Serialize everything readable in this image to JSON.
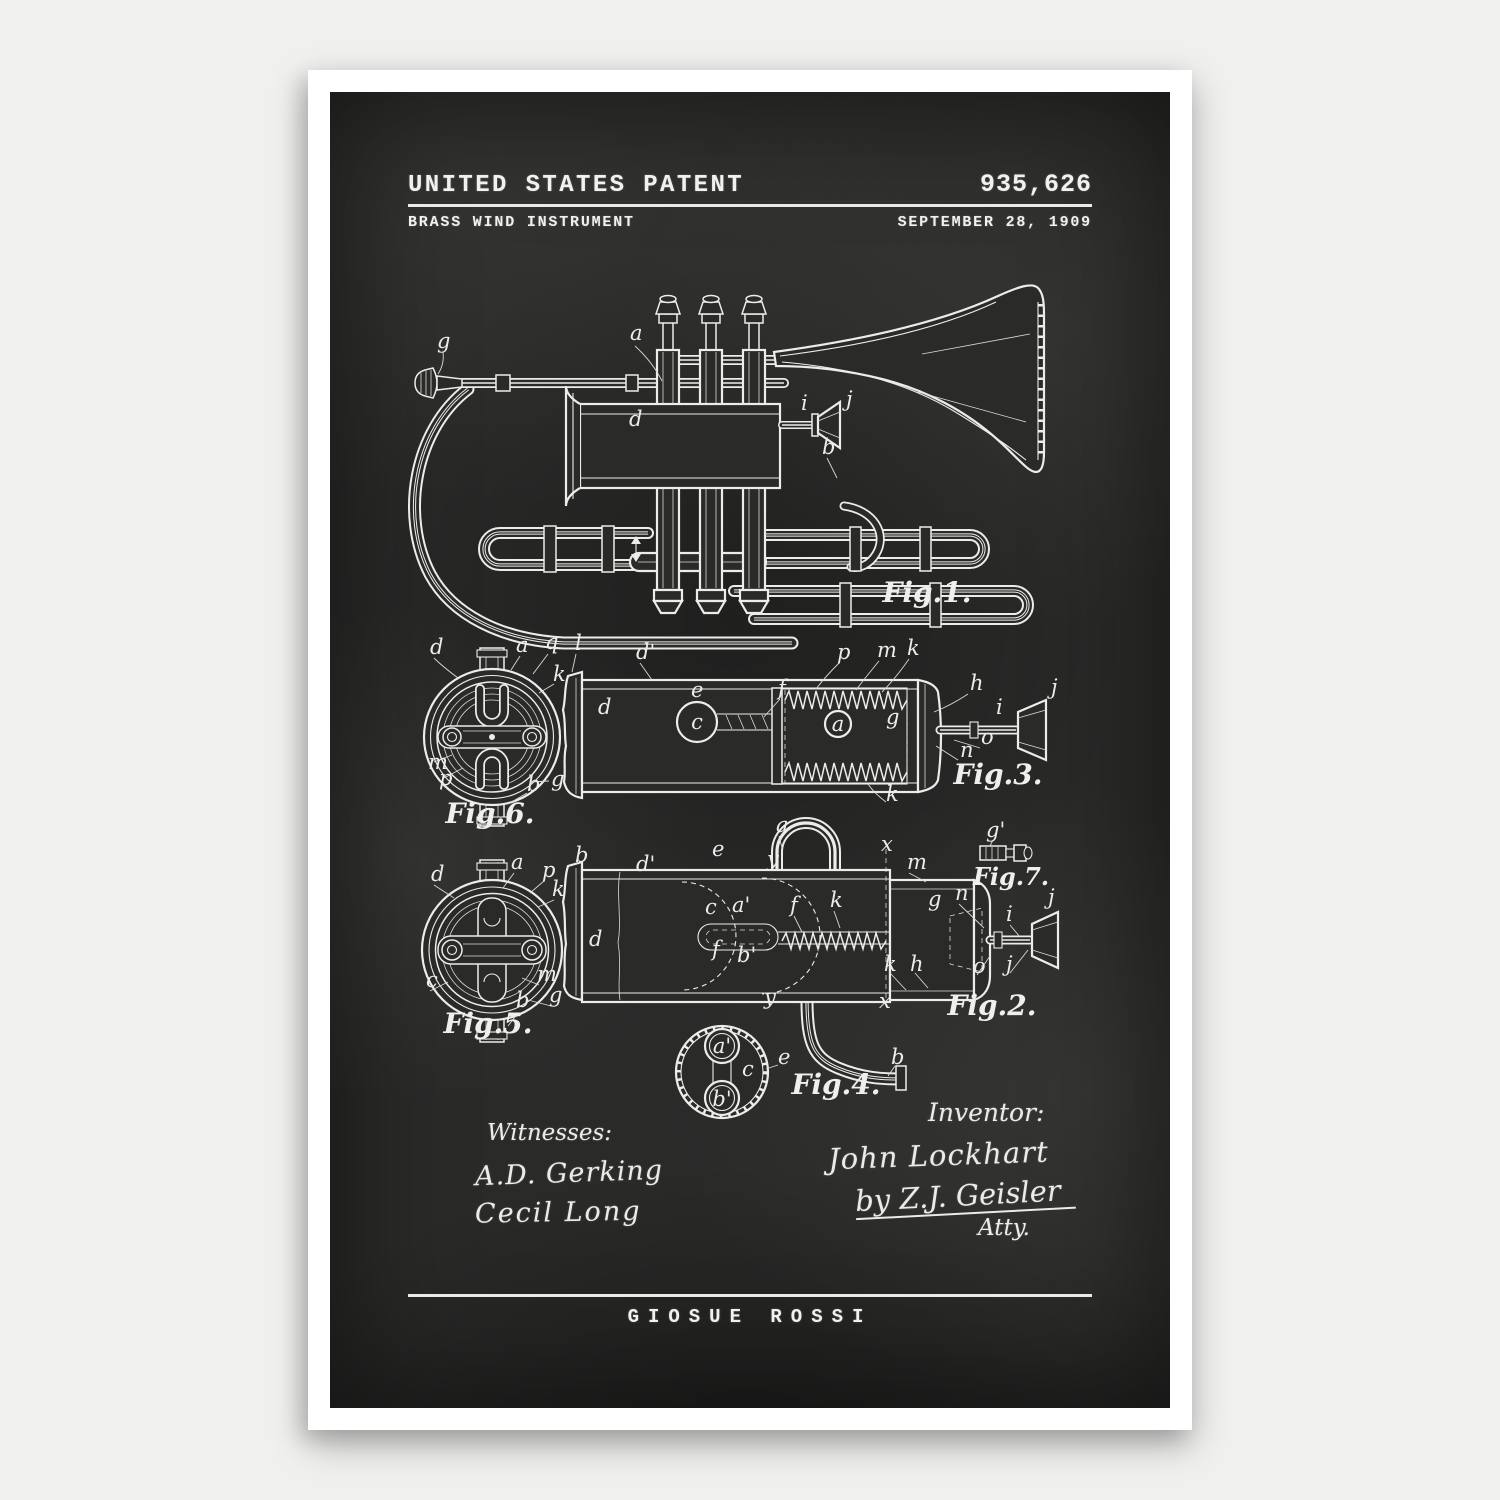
{
  "poster": {
    "header": {
      "title": "UNITED STATES PATENT",
      "patent_number": "935,626",
      "subtitle": "BRASS WIND INSTRUMENT",
      "date": "SEPTEMBER 28, 1909"
    },
    "figures": {
      "fig1": {
        "caption": "Fig.1.",
        "labels": [
          "g",
          "a",
          "d",
          "i",
          "j",
          "b"
        ]
      },
      "fig6": {
        "caption": "Fig.6.",
        "labels": [
          "d",
          "a",
          "q",
          "k",
          "m",
          "p",
          "b",
          "g"
        ]
      },
      "fig3": {
        "caption": "Fig.3.",
        "labels": [
          "l",
          "d'",
          "p",
          "m",
          "k",
          "h",
          "j",
          "i",
          "o",
          "n",
          "f",
          "a",
          "g",
          "k",
          "d",
          "e",
          "c"
        ]
      },
      "fig5": {
        "caption": "Fig.5.",
        "labels": [
          "d",
          "a",
          "p",
          "k",
          "c",
          "m",
          "b",
          "g"
        ]
      },
      "fig2": {
        "caption": "Fig.2.",
        "labels": [
          "b",
          "d'",
          "e",
          "a",
          "y",
          "x",
          "m",
          "g",
          "n",
          "i",
          "j",
          "f",
          "k",
          "k",
          "h",
          "o",
          "j",
          "x",
          "y",
          "b",
          "c",
          "a'",
          "f",
          "b'",
          "d"
        ]
      },
      "fig7": {
        "caption": "Fig.7.",
        "labels": [
          "g'"
        ]
      },
      "fig4": {
        "caption": "Fig.4.",
        "labels": [
          "a'",
          "c",
          "b'",
          "e"
        ]
      }
    },
    "signatures": {
      "witnesses_heading": "Witnesses:",
      "witnesses": [
        "A.D. Gerking",
        "Cecil Long"
      ],
      "inventor_heading": "Inventor:",
      "inventor_name": "John Lockhart",
      "attorney_line": "by Z.J. Geisler",
      "attorney_title": "Atty."
    },
    "footer": {
      "artist_name": "GIOSUE ROSSI"
    },
    "colors": {
      "page_background": "#f0f0ee",
      "frame": "#ffffff",
      "chalkboard": "#2a2a29",
      "chalk_ink": "#eceae6"
    }
  }
}
